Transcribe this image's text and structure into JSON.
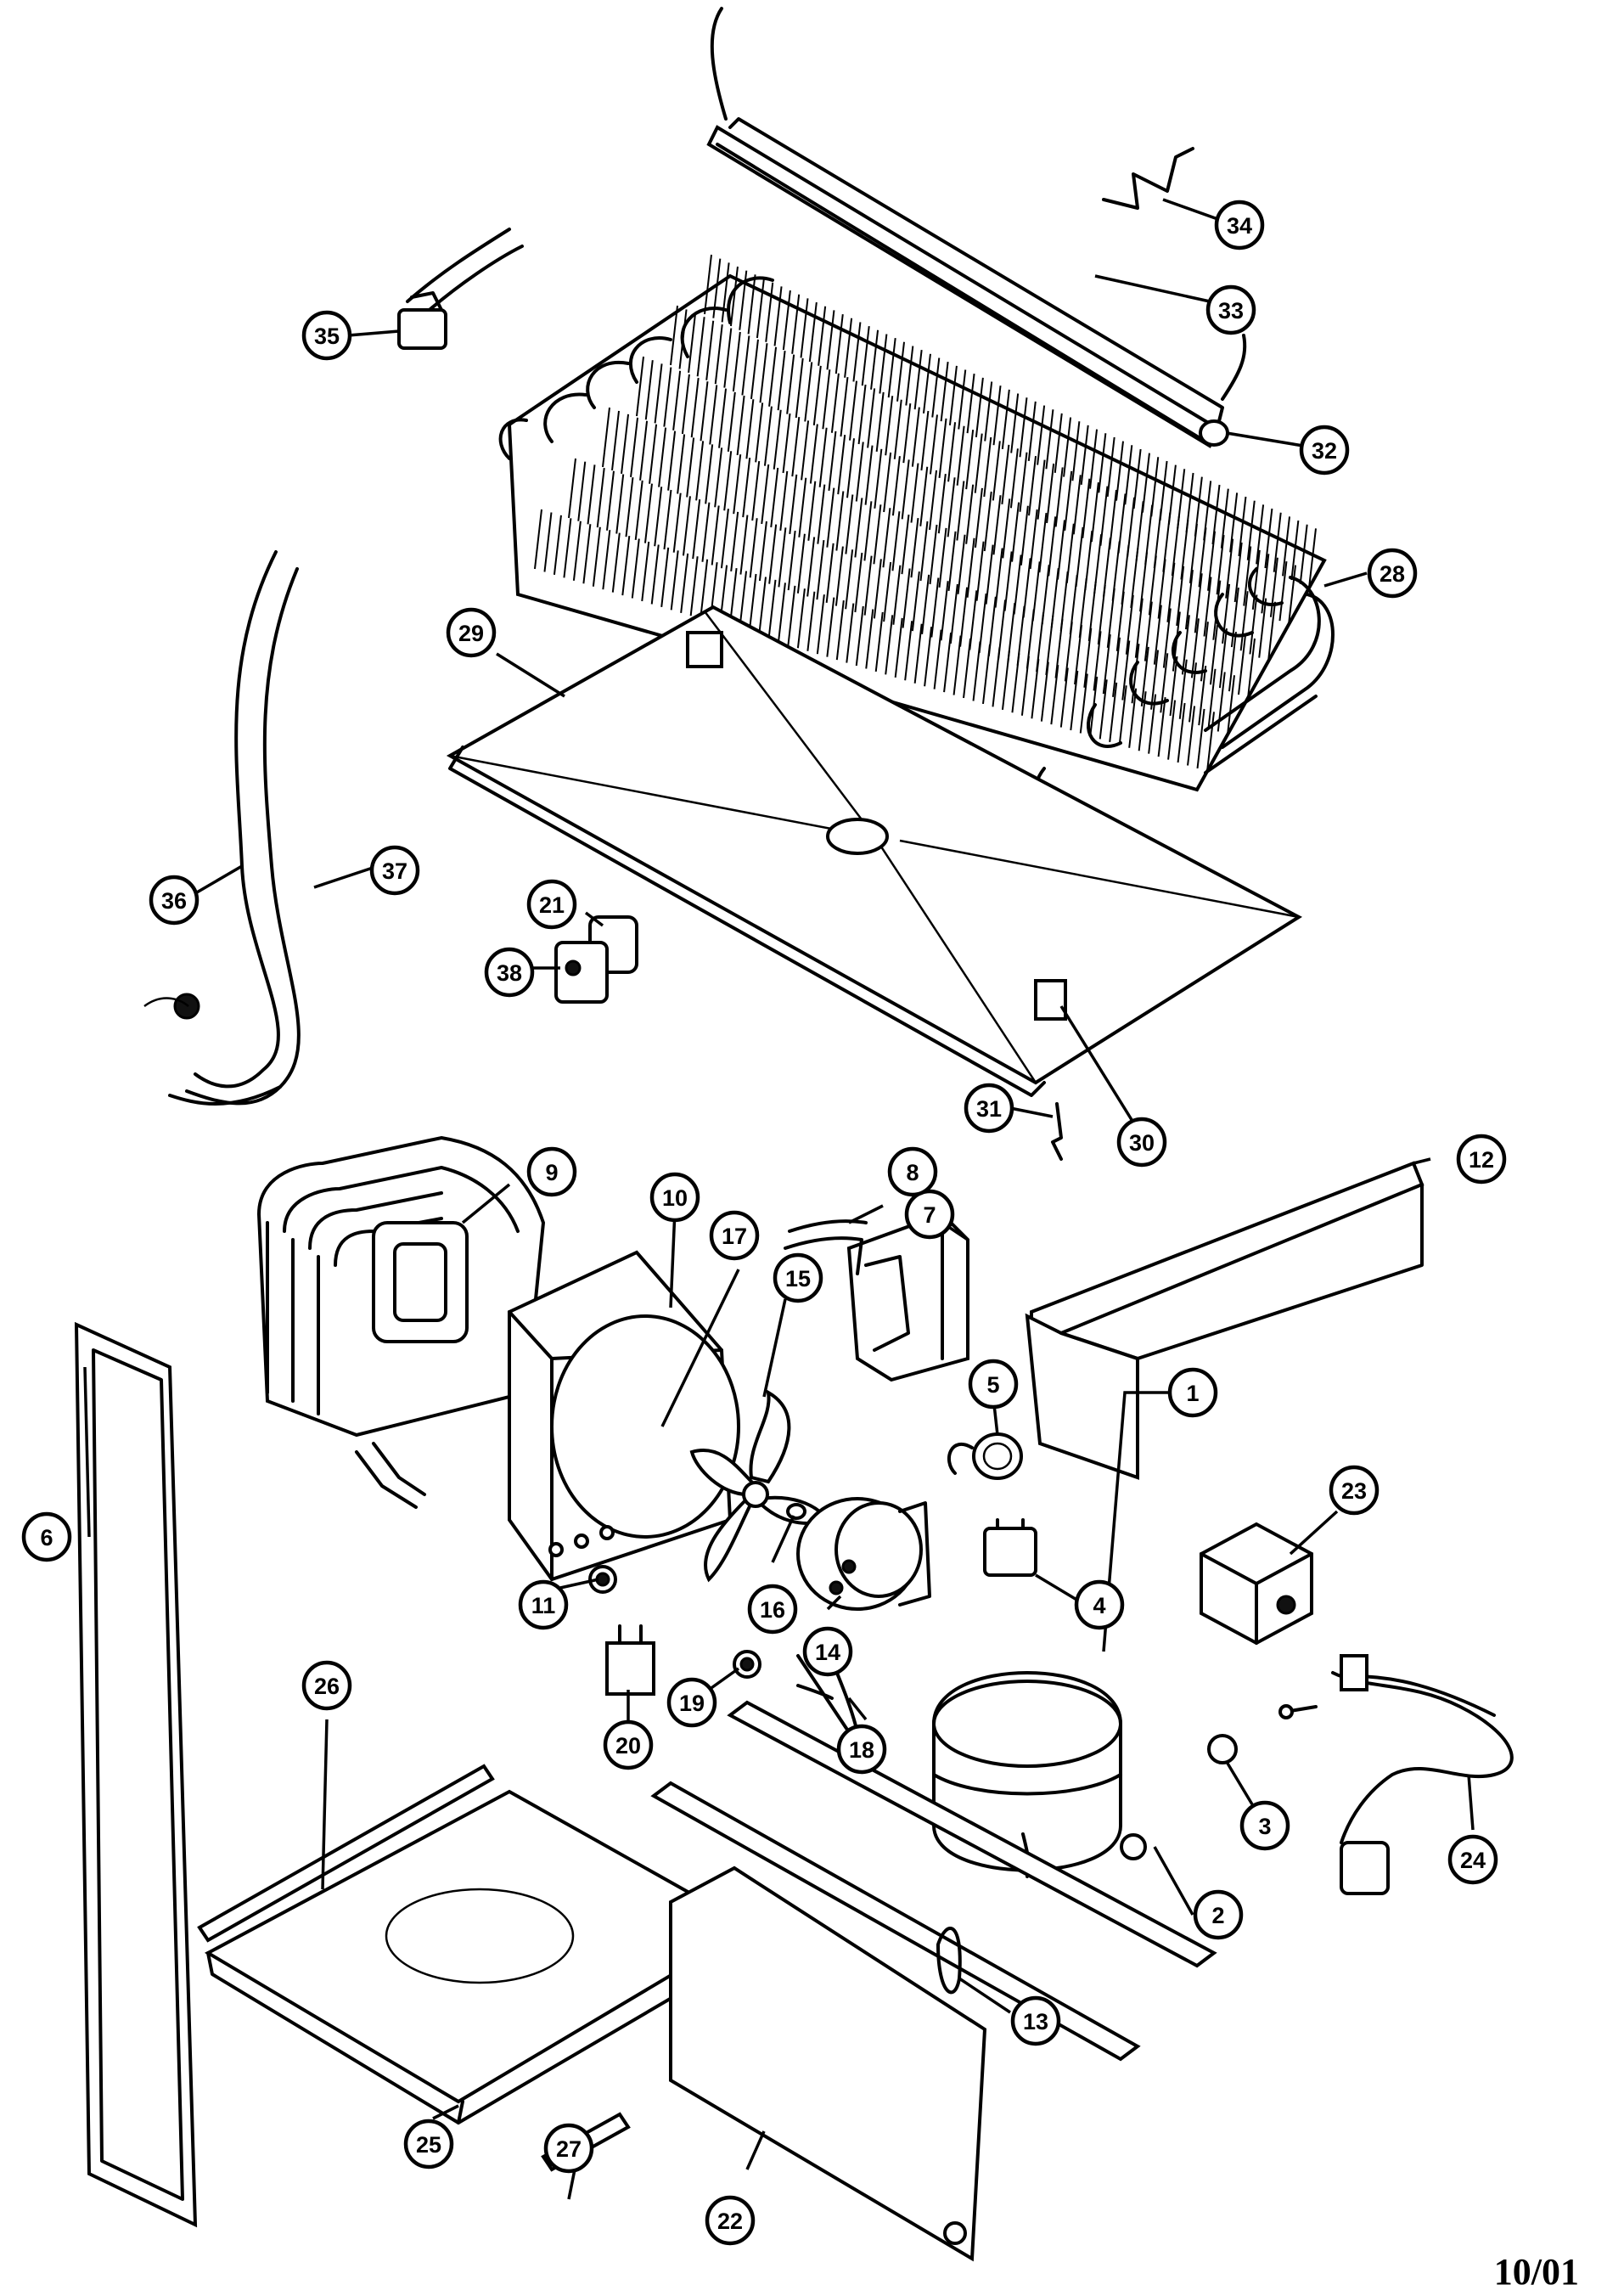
{
  "diagram": {
    "footer_date": "10/01",
    "callouts": [
      {
        "label": "1"
      },
      {
        "label": "2"
      },
      {
        "label": "3"
      },
      {
        "label": "4"
      },
      {
        "label": "5"
      },
      {
        "label": "6"
      },
      {
        "label": "7"
      },
      {
        "label": "8"
      },
      {
        "label": "9"
      },
      {
        "label": "10"
      },
      {
        "label": "11"
      },
      {
        "label": "12"
      },
      {
        "label": "13"
      },
      {
        "label": "14"
      },
      {
        "label": "15"
      },
      {
        "label": "16"
      },
      {
        "label": "17"
      },
      {
        "label": "18"
      },
      {
        "label": "19"
      },
      {
        "label": "20"
      },
      {
        "label": "21"
      },
      {
        "label": "22"
      },
      {
        "label": "23"
      },
      {
        "label": "24"
      },
      {
        "label": "25"
      },
      {
        "label": "26"
      },
      {
        "label": "27"
      },
      {
        "label": "28"
      },
      {
        "label": "29"
      },
      {
        "label": "30"
      },
      {
        "label": "31"
      },
      {
        "label": "32"
      },
      {
        "label": "33"
      },
      {
        "label": "34"
      },
      {
        "label": "35"
      },
      {
        "label": "36"
      },
      {
        "label": "37"
      },
      {
        "label": "38"
      }
    ]
  }
}
